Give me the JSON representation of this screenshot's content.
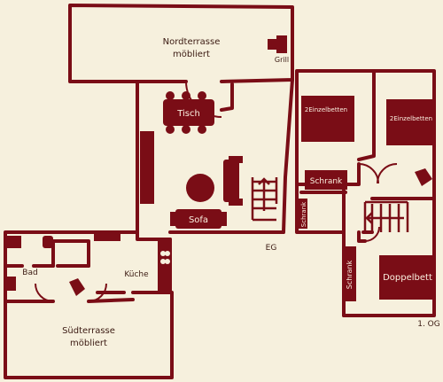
{
  "colors": {
    "background": "#f6f0dd",
    "wall": "#7a0d16",
    "furniture": "#7a0d16",
    "furniture_text": "#fbf0e0",
    "label_text": "#3b1a12"
  },
  "labels": {
    "nordterrasse_1": "Nordterrasse",
    "nordterrasse_2": "möbliert",
    "grill": "Grill",
    "tisch": "Tisch",
    "sofa": "Sofa",
    "eg": "EG",
    "bad": "Bad",
    "kueche": "Küche",
    "suedterrasse_1": "Südterrasse",
    "suedterrasse_2": "möbliert",
    "zweieinzel_1": "2Einzelbetten",
    "zweieinzel_2": "2Einzelbetten",
    "schrank_1": "Schrank",
    "schrank_2": "Schrank",
    "schrank_3": "Schrank",
    "doppelbett": "Doppelbett",
    "og": "1. OG"
  }
}
